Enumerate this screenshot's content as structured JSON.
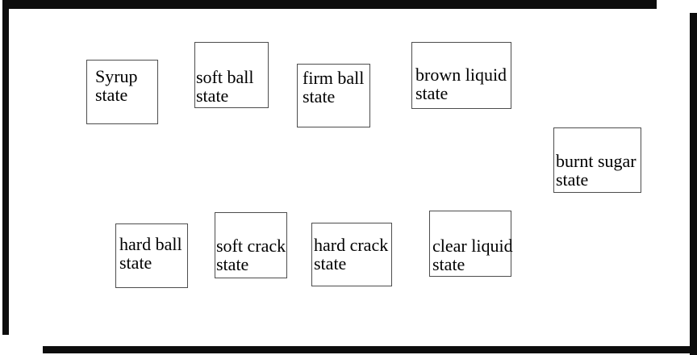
{
  "colors": {
    "background": "#ffffff",
    "frame": "#0d0d0d",
    "box_border": "#4d4d4d",
    "text": "#000000"
  },
  "boxes": [
    {
      "id": "syrup",
      "label": "Syrup\nstate"
    },
    {
      "id": "soft-ball",
      "label": "soft ball\nstate"
    },
    {
      "id": "firm-ball",
      "label": "firm ball\nstate"
    },
    {
      "id": "brown-liquid",
      "label": "brown liquid\nstate"
    },
    {
      "id": "burnt-sugar",
      "label": "burnt sugar\nstate"
    },
    {
      "id": "hard-ball",
      "label": "hard ball\nstate"
    },
    {
      "id": "soft-crack",
      "label": "soft crack\nstate"
    },
    {
      "id": "hard-crack",
      "label": "hard crack\nstate"
    },
    {
      "id": "clear-liquid",
      "label": "clear liquid\nstate"
    }
  ]
}
